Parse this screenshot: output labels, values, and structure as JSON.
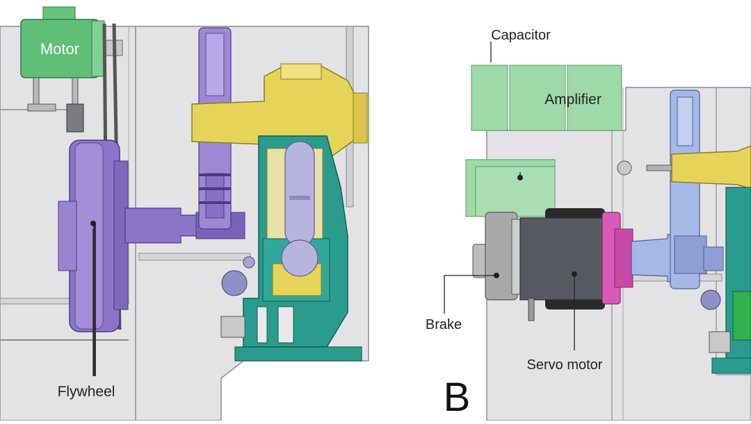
{
  "panels": [
    {
      "id": "A",
      "letter": "",
      "labels": {
        "motor": "Motor",
        "flywheel": "Flywheel"
      }
    },
    {
      "id": "B",
      "letter": "B",
      "labels": {
        "capacitor": "Capacitor",
        "amplifier": "Amplifier",
        "brake": "Brake",
        "servo_motor": "Servo motor"
      }
    }
  ],
  "colors": {
    "frame": "#e3e3e5",
    "frame_line": "#8c8c90",
    "motor_green": "#5fbf76",
    "flywheel_purple": "#8c74c8",
    "crank_yellow": "#e6d35a",
    "slide_teal": "#2a9c8e",
    "con_rod_lavender": "#b7b4dd",
    "amplifier_green": "#9ed9a9",
    "servo_dark": "#565a60",
    "servo_pink": "#d85ab8",
    "brake_gray": "#a9a9ab",
    "shaft_blue": "#a6b8e6"
  }
}
